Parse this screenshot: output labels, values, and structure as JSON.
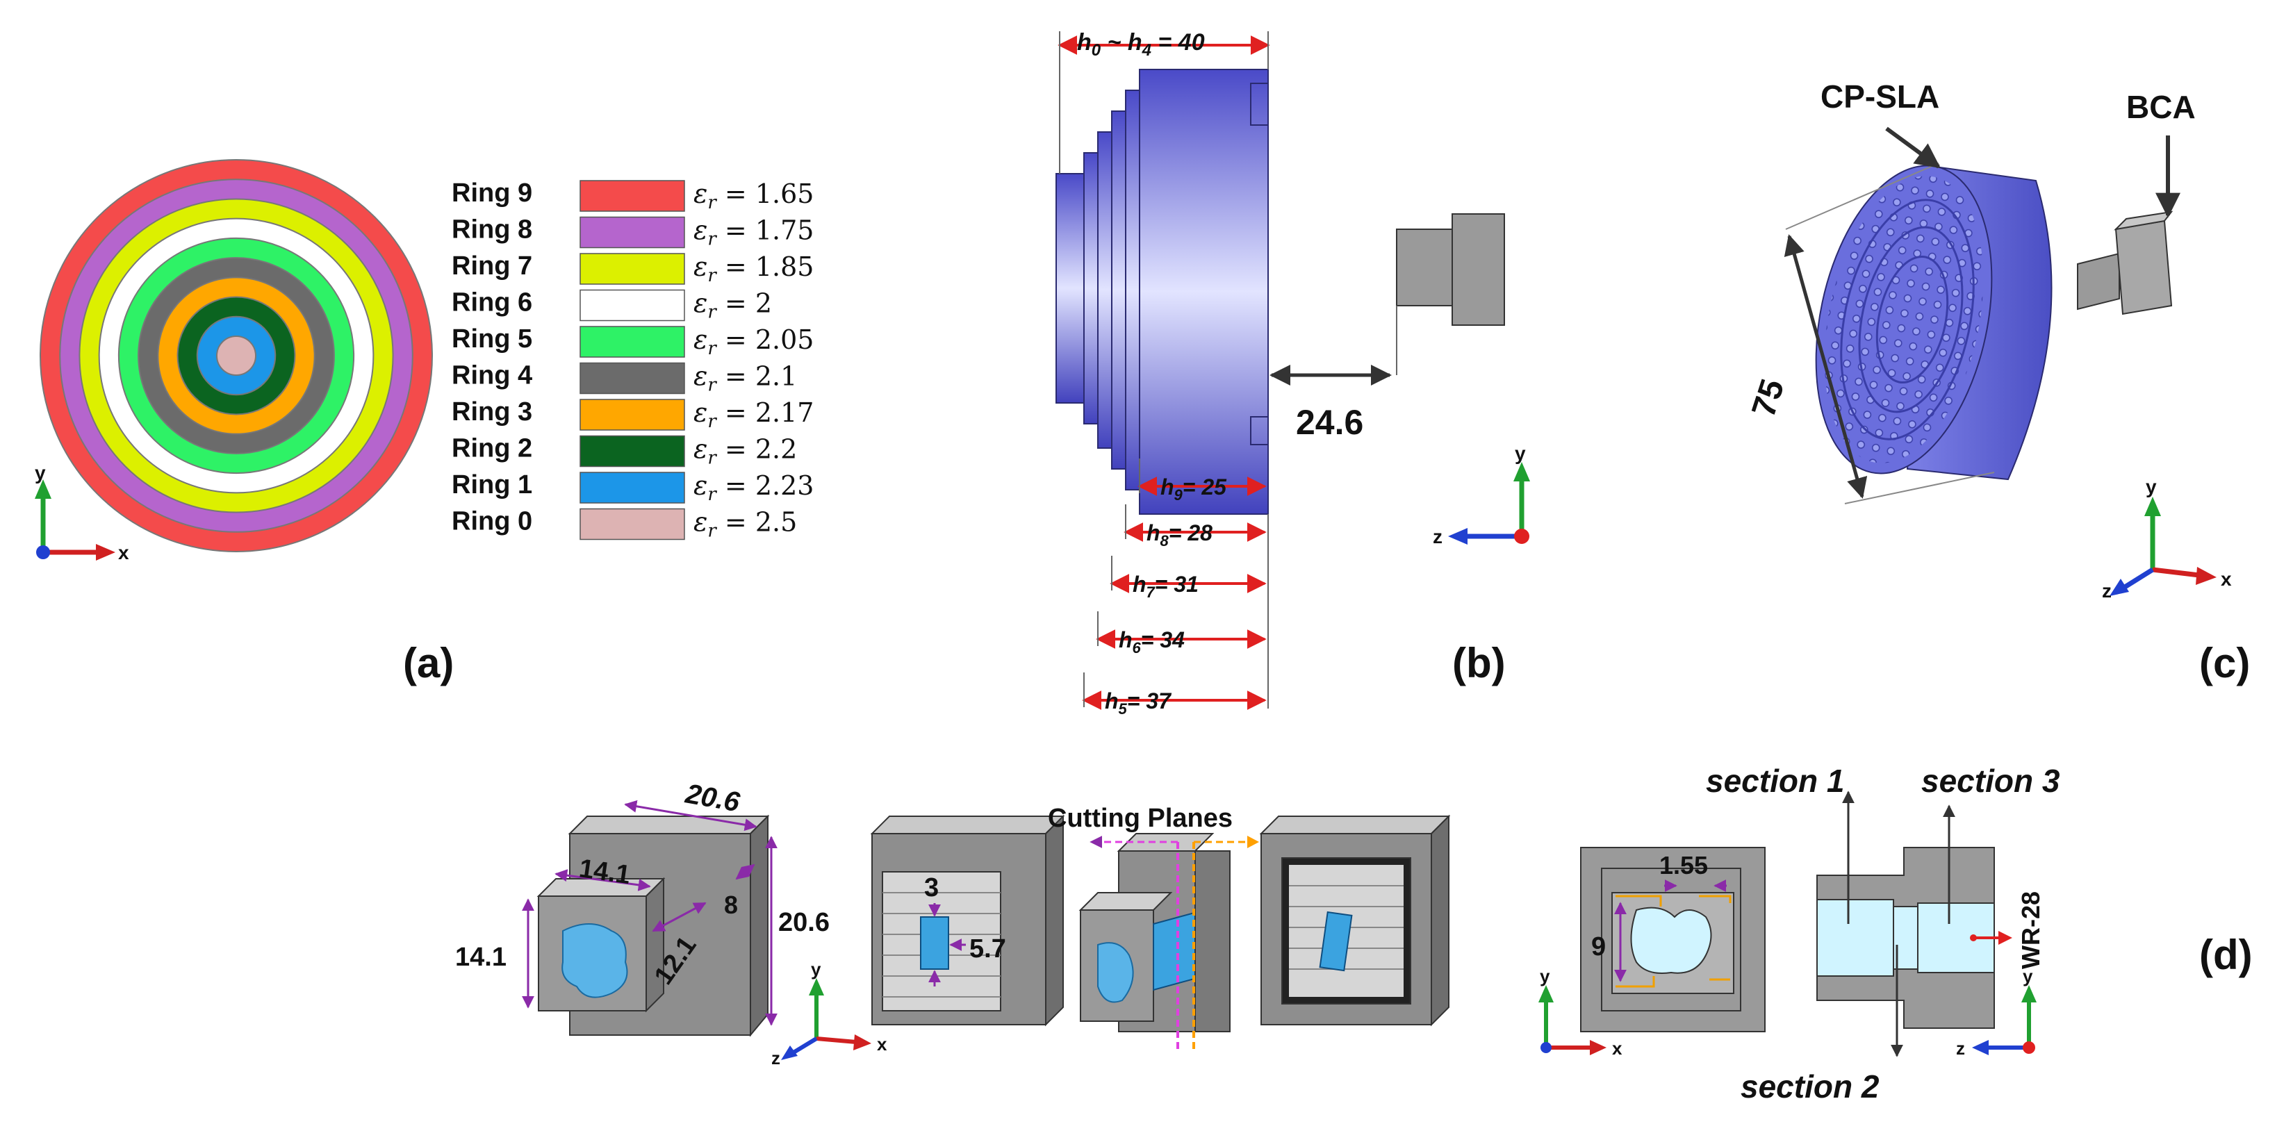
{
  "panel_a": {
    "rings": [
      {
        "label": "Ring 9",
        "eps": "= 1.65",
        "color": "#f44b4b"
      },
      {
        "label": "Ring 8",
        "eps": "= 1.75",
        "color": "#b565cd"
      },
      {
        "label": "Ring 7",
        "eps": "= 1.85",
        "color": "#dcf000"
      },
      {
        "label": "Ring 6",
        "eps": "= 2",
        "color": "#ffffff"
      },
      {
        "label": "Ring 5",
        "eps": "= 2.05",
        "color": "#2ef266"
      },
      {
        "label": "Ring 4",
        "eps": "= 2.1",
        "color": "#6b6b6b"
      },
      {
        "label": "Ring 3",
        "eps": "= 2.17",
        "color": "#ffa700"
      },
      {
        "label": "Ring 2",
        "eps": "= 2.2",
        "color": "#0b6420"
      },
      {
        "label": "Ring 1",
        "eps": "= 2.23",
        "color": "#1c96e8"
      },
      {
        "label": "Ring 0",
        "eps": "= 2.5",
        "color": "#ddb3b3"
      }
    ],
    "eps_symbol": "ε",
    "eps_sub": "r",
    "axis_x": "x",
    "axis_y": "y",
    "label": "(a)"
  },
  "panel_b": {
    "h_top": "h",
    "h_top_sub_a": "0",
    "h_top_tilde": " ~ h",
    "h_top_sub_b": "4",
    "h_top_val": " = 40",
    "h9": {
      "sub": "9",
      "val": "= 25"
    },
    "h8": {
      "sub": "8",
      "val": "= 28"
    },
    "h7": {
      "sub": "7",
      "val": "= 31"
    },
    "h6": {
      "sub": "6",
      "val": "= 34"
    },
    "h5": {
      "sub": "5",
      "val": "= 37"
    },
    "h_letter": "h",
    "gap": "24.6",
    "axis_y": "y",
    "axis_z": "z",
    "label": "(b)"
  },
  "panel_c": {
    "cp_sla": "CP-SLA",
    "bca": "BCA",
    "diameter": "75",
    "axis_x": "x",
    "axis_y": "y",
    "axis_z": "z",
    "label": "(c)"
  },
  "panel_d": {
    "dim_20_6_top": "20.6",
    "dim_14_1_top": "14.1",
    "dim_8": "8",
    "dim_20_6_side": "20.6",
    "dim_14_1_side": "14.1",
    "dim_12_1": "12.1",
    "dim_3": "3",
    "dim_5_7": "5.7",
    "cutting_planes": "Cutting Planes",
    "dim_1_55": "1.55",
    "dim_9": "9",
    "section1": "section 1",
    "section2": "section 2",
    "section3": "section 3",
    "wr28": "WR-28",
    "axis_x": "x",
    "axis_y": "y",
    "axis_z": "z",
    "label": "(d)"
  }
}
